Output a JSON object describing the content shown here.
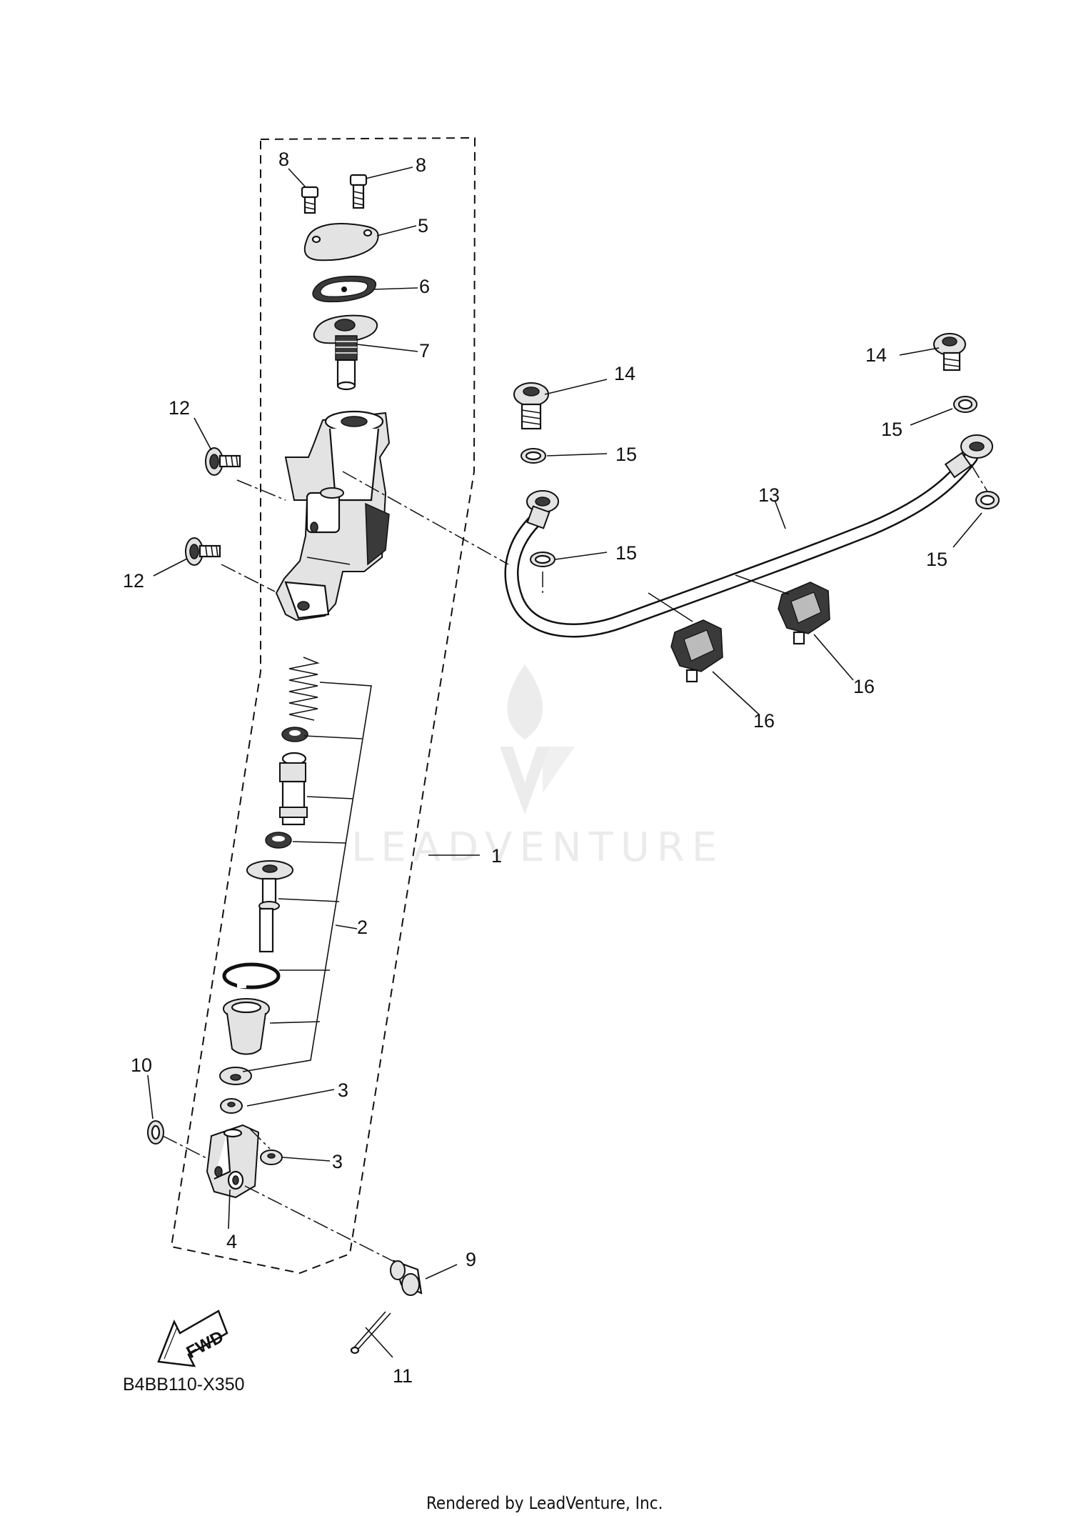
{
  "diagram": {
    "code": "B4BB110-X350",
    "footer": "Rendered by LeadVenture, Inc.",
    "watermark": "LEADVENTURE",
    "fwd_label": "FWD",
    "callouts": [
      {
        "id": "c1",
        "text": "1"
      },
      {
        "id": "c2",
        "text": "2"
      },
      {
        "id": "c3a",
        "text": "3"
      },
      {
        "id": "c3b",
        "text": "3"
      },
      {
        "id": "c4",
        "text": "4"
      },
      {
        "id": "c5",
        "text": "5"
      },
      {
        "id": "c6",
        "text": "6"
      },
      {
        "id": "c7",
        "text": "7"
      },
      {
        "id": "c8a",
        "text": "8"
      },
      {
        "id": "c8b",
        "text": "8"
      },
      {
        "id": "c9",
        "text": "9"
      },
      {
        "id": "c10",
        "text": "10"
      },
      {
        "id": "c11",
        "text": "11"
      },
      {
        "id": "c12a",
        "text": "12"
      },
      {
        "id": "c12b",
        "text": "12"
      },
      {
        "id": "c13",
        "text": "13"
      },
      {
        "id": "c14a",
        "text": "14"
      },
      {
        "id": "c14b",
        "text": "14"
      },
      {
        "id": "c15a",
        "text": "15"
      },
      {
        "id": "c15b",
        "text": "15"
      },
      {
        "id": "c15c",
        "text": "15"
      },
      {
        "id": "c15d",
        "text": "15"
      },
      {
        "id": "c16a",
        "text": "16"
      },
      {
        "id": "c16b",
        "text": "16"
      }
    ]
  }
}
